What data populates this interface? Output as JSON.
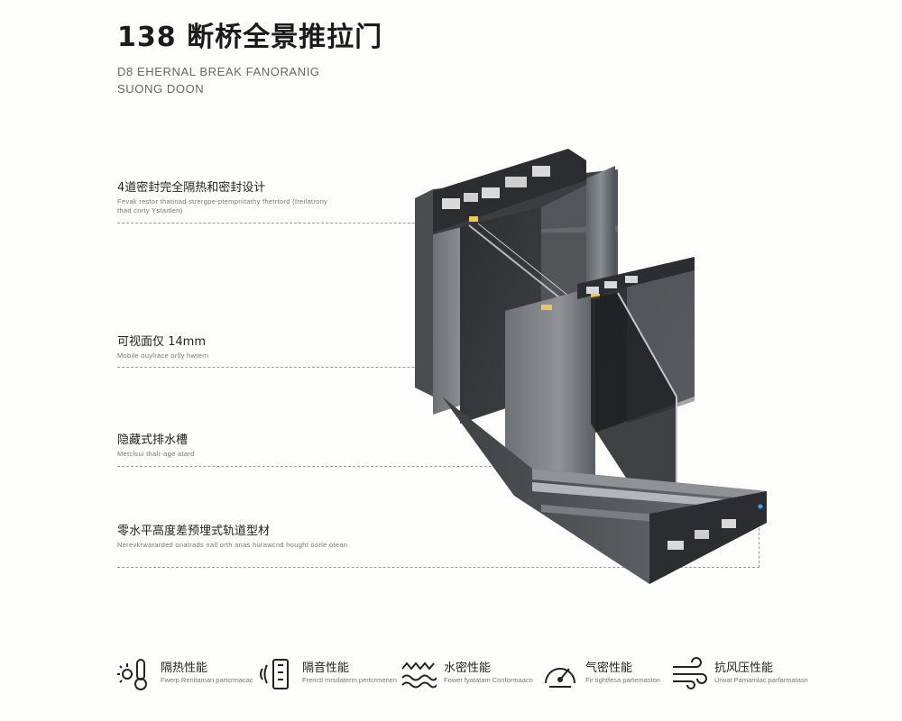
{
  "header": {
    "title": "138 断桥全景推拉门",
    "subtitle": "D8 EHERNAL BREAK FANORANIG\nSUONG DOON"
  },
  "features": [
    {
      "cn": "4道密封完全隔热和密封设计",
      "en": "Fevak restor thatinad strergpe-ptempriitathy fhetrtord (Ireilatrony thad cnrty Ystaitlen)"
    },
    {
      "cn": "可视面仅 14mm",
      "en": "Mobile ouylrace orlly hwtern"
    },
    {
      "cn": "隐藏式排水槽",
      "en": "Metclsui thalr-age atard"
    },
    {
      "cn": "零水平高度差预埋式轨道型材",
      "en": "Nerevkrwararded onatrads nall orth anas hurawcnd hought oorle otean"
    }
  ],
  "performance": [
    {
      "icon": "thermometer-sun-icon",
      "label": "隔热性能",
      "sub": "Fwerp Renitaman partcrmacac"
    },
    {
      "icon": "sound-wave-icon",
      "label": "隔音性能",
      "sub": "Frenctl mrsdaterm pertcrmenen"
    },
    {
      "icon": "water-ripple-icon",
      "label": "水密性能",
      "sub": "Fower fyatatam Conformaacn"
    },
    {
      "icon": "gauge-icon",
      "label": "气密性能",
      "sub": "Fir tightfesa partemaston"
    },
    {
      "icon": "wind-icon",
      "label": "抗风压性能",
      "sub": "Urwat Pamarnlac parfarmatasn"
    }
  ]
}
